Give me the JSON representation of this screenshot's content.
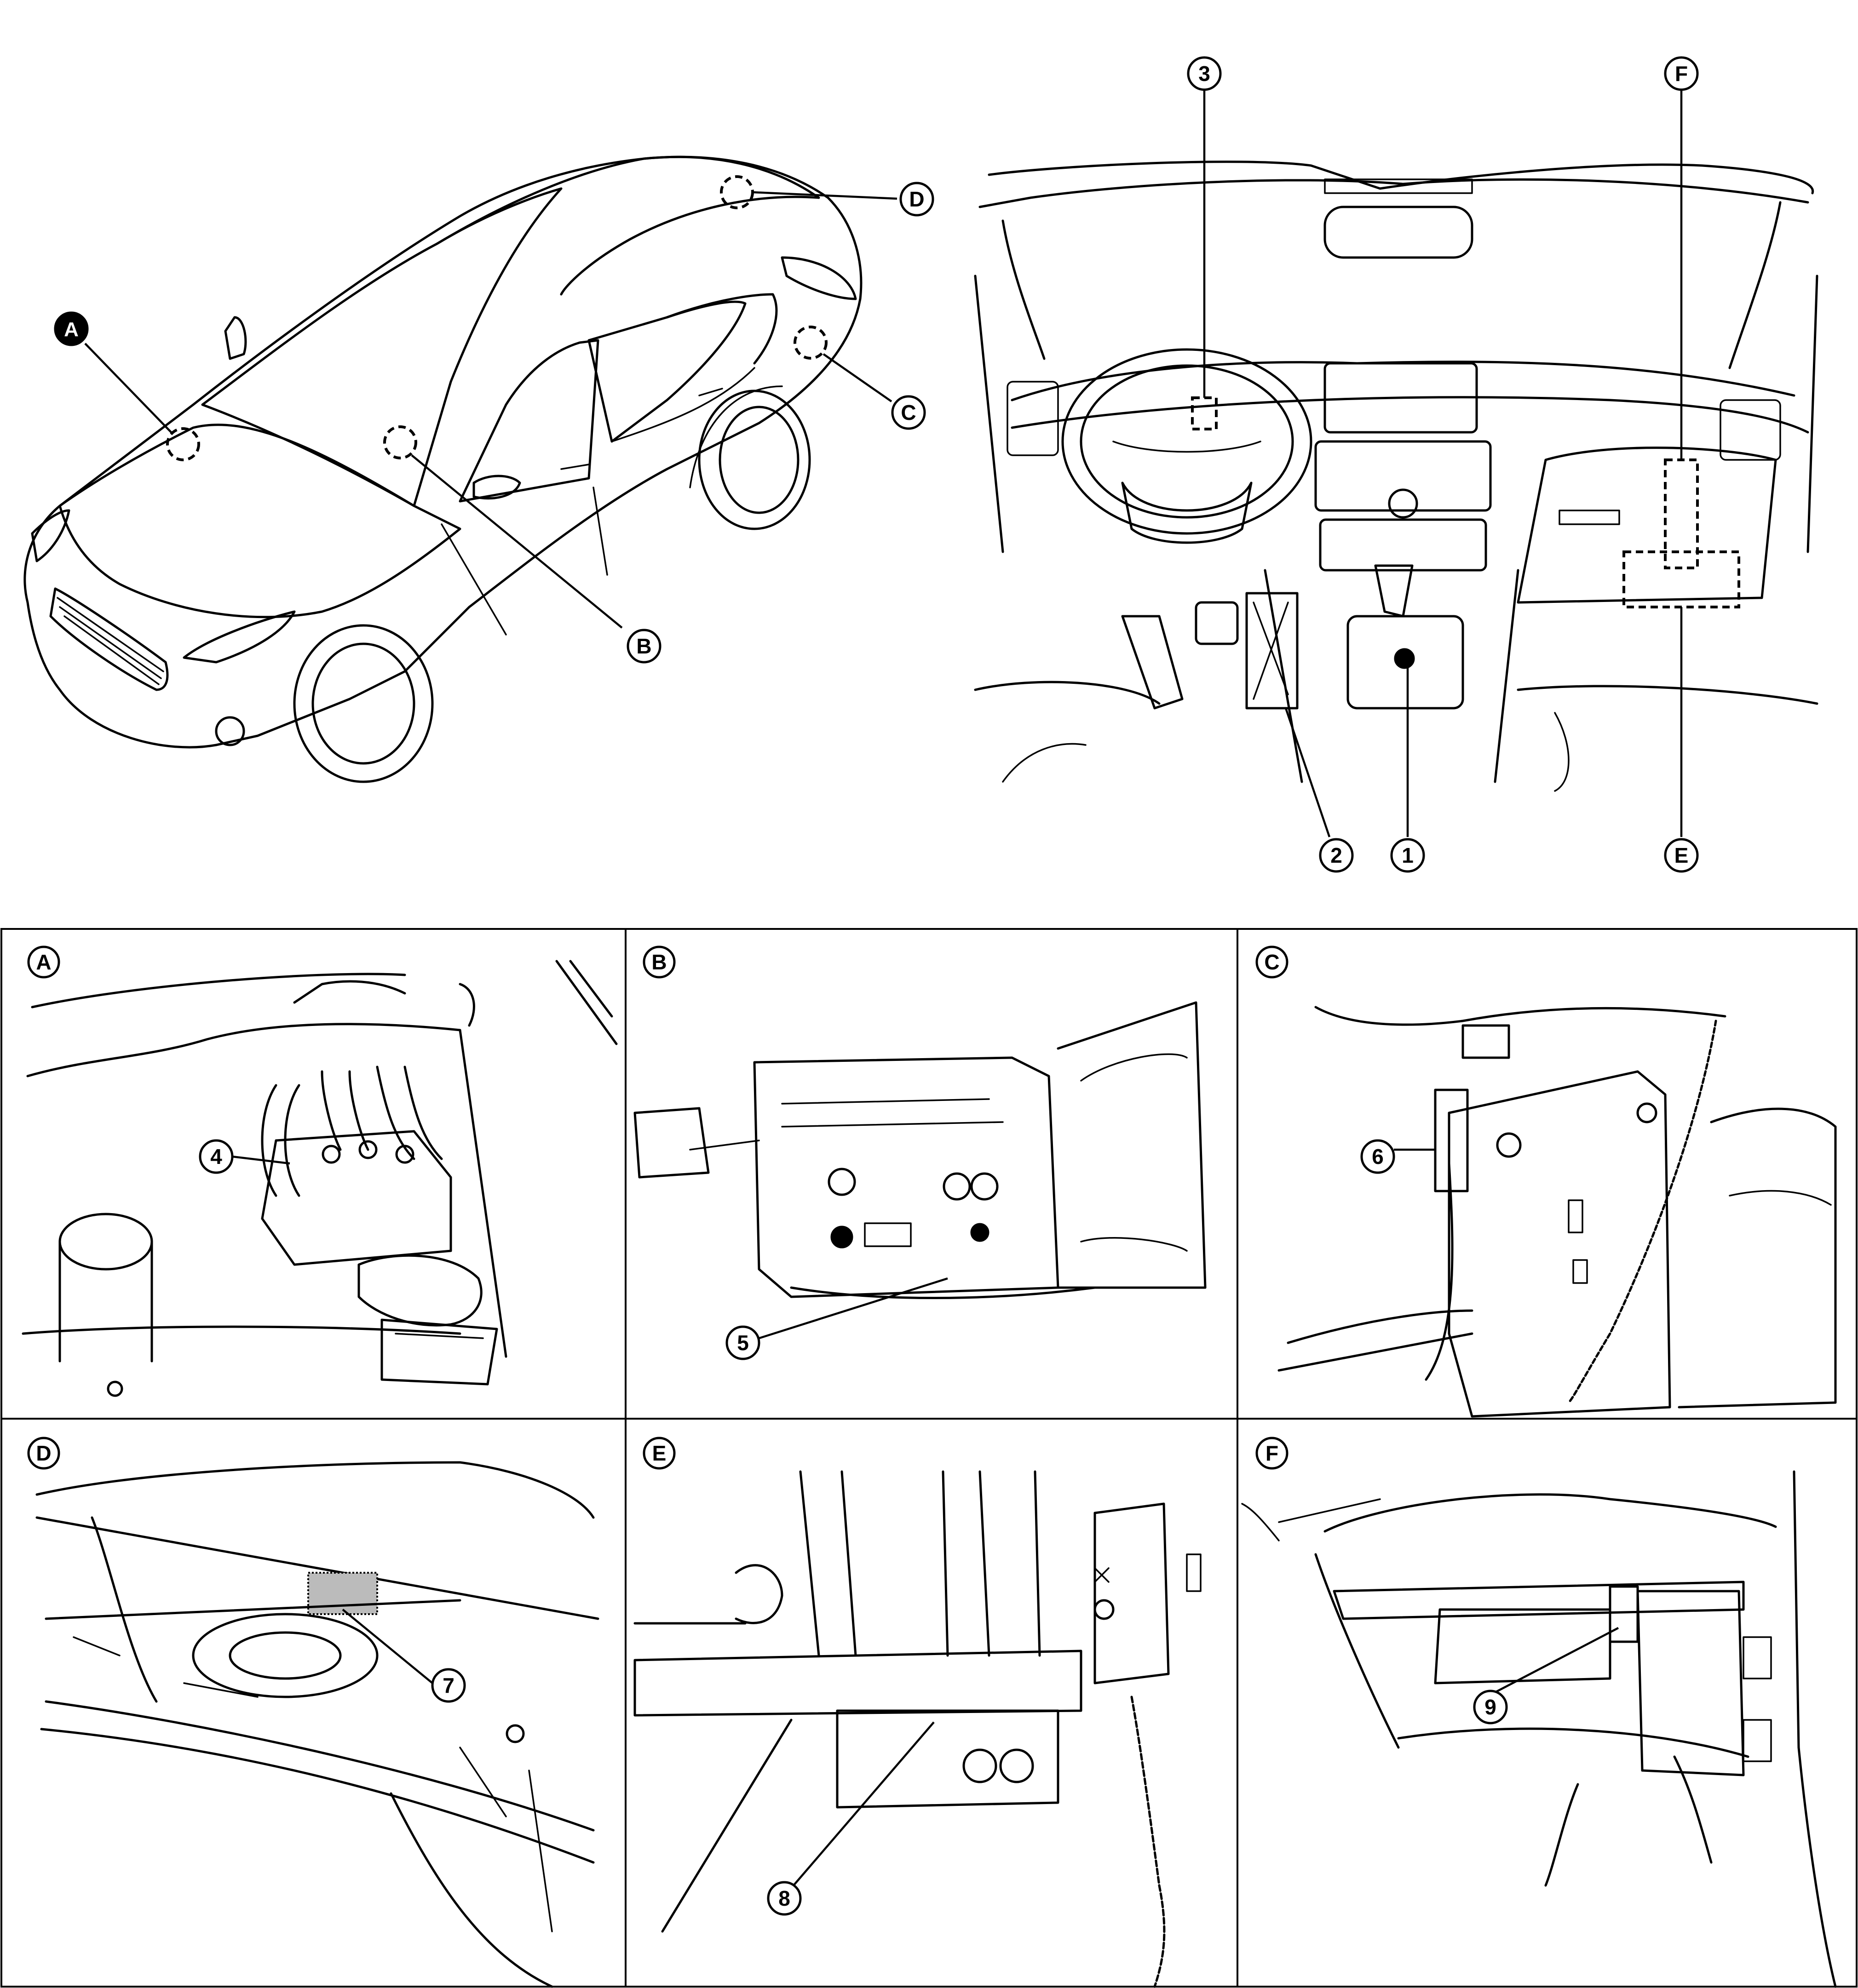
{
  "callouts": {
    "A": "A",
    "B": "B",
    "C": "C",
    "D": "D",
    "E": "E",
    "F": "F",
    "n1": "1",
    "n2": "2",
    "n3": "3",
    "n4": "4",
    "n5": "5",
    "n6": "6",
    "n7": "7",
    "n8": "8",
    "n9": "9"
  },
  "panels": {
    "A": "A",
    "B": "B",
    "C": "C",
    "D": "D",
    "E": "E",
    "F": "F"
  },
  "colors": {
    "line": "#000000",
    "background": "#ffffff"
  }
}
